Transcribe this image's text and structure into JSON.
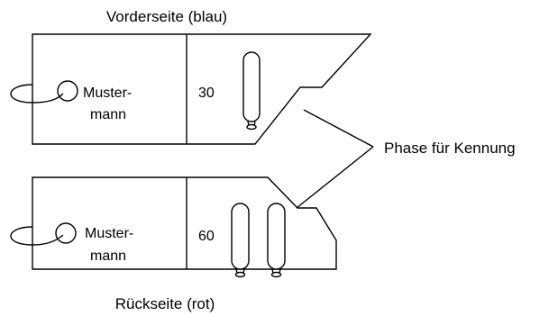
{
  "front": {
    "title": "Vorderseite (blau)",
    "name_line1": "Muster-",
    "name_line2": "mann",
    "number": "30",
    "bottle_count": 1
  },
  "back": {
    "title": "Rückseite (rot)",
    "name_line1": "Muster-",
    "name_line2": "mann",
    "number": "60",
    "bottle_count": 2
  },
  "callout": {
    "label": "Phase für Kennung"
  }
}
